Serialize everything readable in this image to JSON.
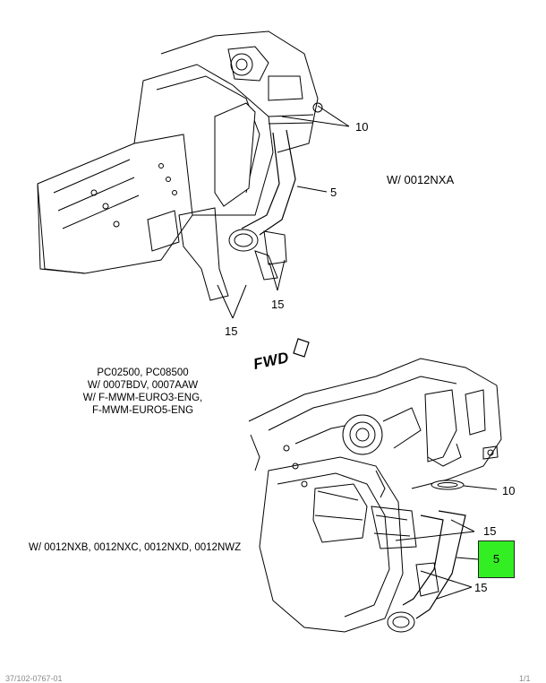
{
  "top_assembly": {
    "variant_label": "W/ 0012NXA",
    "callouts": {
      "c10": "10",
      "c5": "5",
      "c15a": "15",
      "c15b": "15"
    }
  },
  "bottom_assembly": {
    "applicability": [
      "PC02500, PC08500",
      "W/ 0007BDV, 0007AAW",
      "W/ F-MWM-EURO3-ENG,",
      "F-MWM-EURO5-ENG"
    ],
    "variant_label": "W/ 0012NXB, 0012NXC, 0012NXD, 0012NWZ",
    "forward_label": "FWD",
    "callouts": {
      "c10": "10",
      "c15a": "15",
      "c15b": "15",
      "c5": "5"
    },
    "highlight_color": "#33ee22"
  },
  "footer": {
    "left": "37/102-0767-01",
    "right": "1/1"
  }
}
